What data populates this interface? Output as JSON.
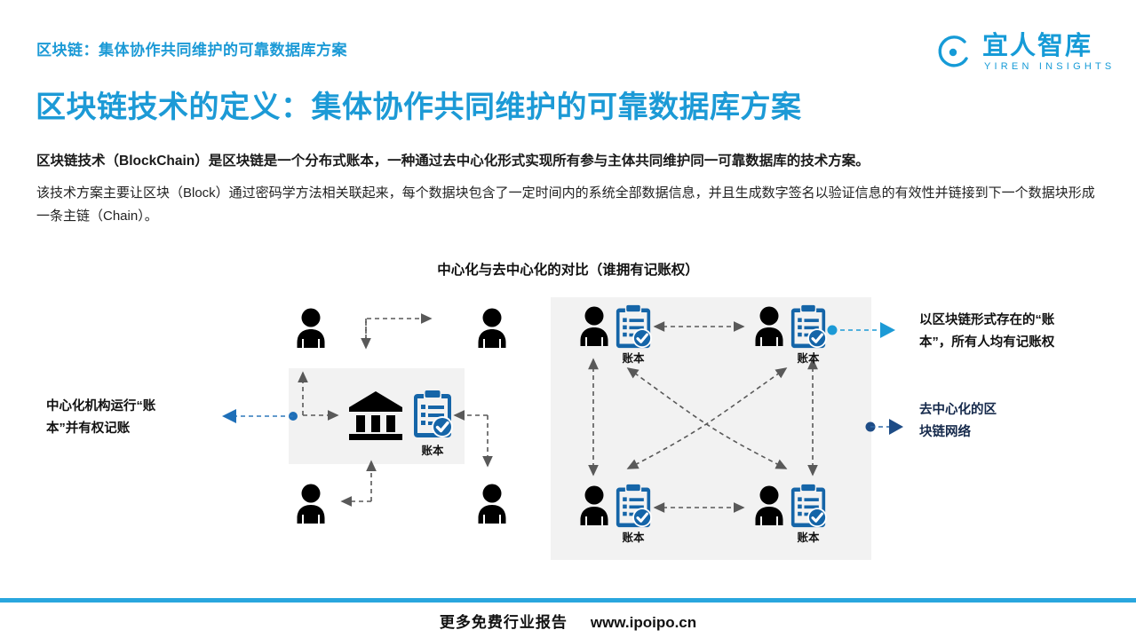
{
  "header": {
    "eyebrow": "区块链：集体协作共同维护的可靠数据库方案",
    "title": "区块链技术的定义：集体协作共同维护的可靠数据库方案"
  },
  "logo": {
    "icon": "arc-dot-logo-icon",
    "cn_name": "宜人智库",
    "en_name": "YIREN INSIGHTS",
    "color": "#169BD7"
  },
  "body": {
    "lead": "区块链技术（BlockChain）是区块链是一个分布式账本，一种通过去中心化形式实现所有参与主体共同维护同一可靠数据库的技术方案。",
    "paragraph": "该技术方案主要让区块（Block）通过密码学方法相关联起来，每个数据块包含了一定时间内的系统全部数据信息，并且生成数字签名以验证信息的有效性并链接到下一个数据块形成一条主链（Chain）。"
  },
  "diagram": {
    "title": "中心化与去中心化的对比（谁拥有记账权）",
    "centralized": {
      "hub_icon": "bank-icon",
      "ledger_icon": "ledger-clipboard-check-icon",
      "ledger_label": "账本",
      "person_icon": "person-icon",
      "person_count": 4,
      "box_color": "#F2F2F2"
    },
    "decentralized": {
      "person_icon": "person-icon",
      "ledger_icon": "ledger-clipboard-check-icon",
      "nodes": [
        {
          "label": "账本"
        },
        {
          "label": "账本"
        },
        {
          "label": "账本"
        },
        {
          "label": "账本"
        }
      ],
      "box_color": "#F2F2F2"
    },
    "callouts": {
      "left": "中心化机构运行“账\n本”并有权记账",
      "left_line1": "中心化机构运行“账",
      "left_line2": "本”并有权记账",
      "right_top_line1": "以区块链形式存在的“账",
      "right_top_line2": "本”，所有人均有记账权",
      "right_bottom_line1": "去中心化的区",
      "right_bottom_line2": "块链网络"
    },
    "connector_colors": {
      "light_blue": "#1C9AD6",
      "navy": "#15294B",
      "dashed_gray": "#595959"
    }
  },
  "footer": {
    "label": "更多免费行业报告",
    "url": "www.ipoipo.cn",
    "bar_color": "#29A6DE"
  }
}
